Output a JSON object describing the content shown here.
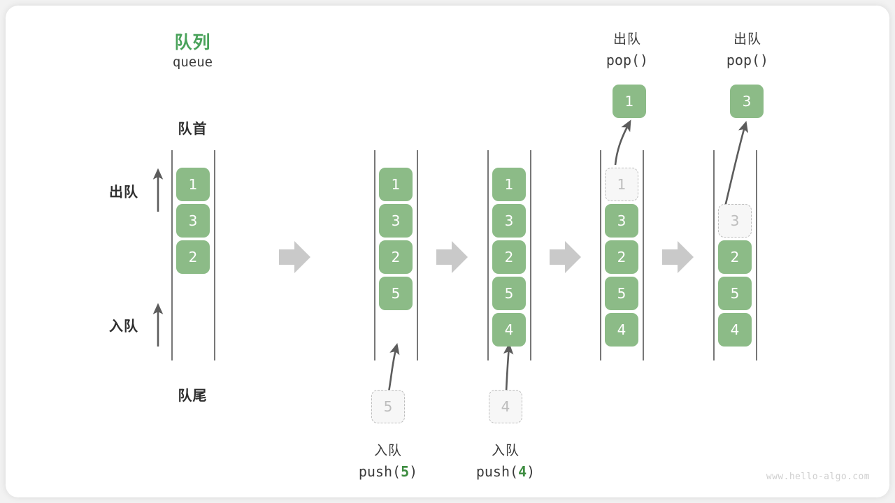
{
  "diagram": {
    "title_cn": "队列",
    "title_en": "queue",
    "front_label": "队首",
    "rear_label": "队尾",
    "dequeue_label": "出队",
    "enqueue_label": "入队",
    "accent_green": "#49a25a",
    "box_green": "#8cbb87",
    "ghost_gray": "#bdbdbd",
    "arrow_gray": "#c9c9c9",
    "watermark": "www.hello-algo.com"
  },
  "steps": [
    {
      "id": "initial",
      "top_label_cn": "",
      "top_label_code": "",
      "bottom_label_cn": "",
      "bottom_label_code": "",
      "items": [
        "1",
        "3",
        "2"
      ],
      "ghost_index": -1,
      "ghost_value": "",
      "popped_value": "",
      "incoming_value": ""
    },
    {
      "id": "push-5",
      "top_label_cn": "",
      "top_label_code": "",
      "bottom_label_cn": "入队",
      "bottom_label_code": "push(5)",
      "bottom_label_code_prefix": "push(",
      "bottom_label_code_arg": "5",
      "bottom_label_code_suffix": ")",
      "items": [
        "1",
        "3",
        "2",
        "5"
      ],
      "ghost_index": -1,
      "ghost_value": "",
      "popped_value": "",
      "incoming_value": "5"
    },
    {
      "id": "push-4",
      "top_label_cn": "",
      "top_label_code": "",
      "bottom_label_cn": "入队",
      "bottom_label_code": "push(4)",
      "bottom_label_code_prefix": "push(",
      "bottom_label_code_arg": "4",
      "bottom_label_code_suffix": ")",
      "items": [
        "1",
        "3",
        "2",
        "5",
        "4"
      ],
      "ghost_index": -1,
      "ghost_value": "",
      "popped_value": "",
      "incoming_value": "4"
    },
    {
      "id": "pop-1",
      "top_label_cn": "出队",
      "top_label_code": "pop()",
      "bottom_label_cn": "",
      "bottom_label_code": "",
      "items": [
        "1",
        "3",
        "2",
        "5",
        "4"
      ],
      "ghost_index": 0,
      "ghost_value": "1",
      "popped_value": "1",
      "incoming_value": ""
    },
    {
      "id": "pop-3",
      "top_label_cn": "出队",
      "top_label_code": "pop()",
      "bottom_label_cn": "",
      "bottom_label_code": "",
      "items": [
        "",
        "3",
        "2",
        "5",
        "4"
      ],
      "ghost_index": 1,
      "ghost_value": "3",
      "popped_value": "3",
      "incoming_value": ""
    }
  ],
  "flow_arrows": 4
}
